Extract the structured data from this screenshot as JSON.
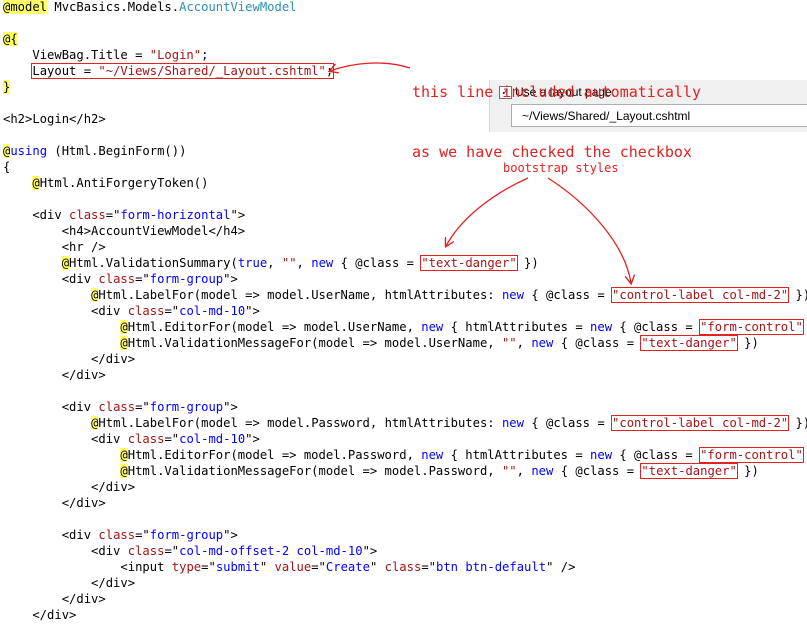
{
  "editor": {
    "lines": [
      [
        {
          "t": "@model",
          "c": "r"
        },
        {
          "t": " MvcBasics.Models."
        },
        {
          "t": "AccountViewModel",
          "c": "t"
        }
      ],
      [],
      [
        {
          "t": "@{",
          "c": "r"
        }
      ],
      [
        {
          "t": "    ViewBag.Title = "
        },
        {
          "t": "\"Login\"",
          "c": "s"
        },
        {
          "t": ";"
        }
      ],
      [
        {
          "t": "    "
        },
        {
          "t": "Layout = ",
          "b": 1
        },
        {
          "t": "\"~/Views/Shared/_Layout.cshtml\"",
          "c": "s",
          "b": 1
        },
        {
          "t": ";",
          "b": 1
        }
      ],
      [
        {
          "t": "}",
          "c": "r"
        }
      ],
      [],
      [
        {
          "t": "<h2>Login</h2>"
        }
      ],
      [],
      [
        {
          "t": "@",
          "c": "r"
        },
        {
          "t": "using",
          "c": "k"
        },
        {
          "t": " (Html.BeginForm())"
        }
      ],
      [
        {
          "t": "{"
        }
      ],
      [
        {
          "t": "    "
        },
        {
          "t": "@",
          "c": "r"
        },
        {
          "t": "Html.AntiForgeryToken()"
        }
      ],
      [],
      [
        {
          "t": "    <div "
        },
        {
          "t": "class",
          "c": "s"
        },
        {
          "t": "=\""
        },
        {
          "t": "form-horizontal",
          "c": "k"
        },
        {
          "t": "\">"
        }
      ],
      [
        {
          "t": "        <h4>AccountViewModel</h4>"
        }
      ],
      [
        {
          "t": "        <hr />"
        }
      ],
      [
        {
          "t": "        "
        },
        {
          "t": "@",
          "c": "r"
        },
        {
          "t": "Html.ValidationSummary("
        },
        {
          "t": "true",
          "c": "k"
        },
        {
          "t": ", "
        },
        {
          "t": "\"\"",
          "c": "s"
        },
        {
          "t": ", "
        },
        {
          "t": "new",
          "c": "k"
        },
        {
          "t": " { @class = "
        },
        {
          "t": "\"text-danger\"",
          "c": "s",
          "b": 1
        },
        {
          "t": " })"
        }
      ],
      [
        {
          "t": "        <div "
        },
        {
          "t": "class",
          "c": "s"
        },
        {
          "t": "=\""
        },
        {
          "t": "form-group",
          "c": "k"
        },
        {
          "t": "\">"
        }
      ],
      [
        {
          "t": "            "
        },
        {
          "t": "@",
          "c": "r"
        },
        {
          "t": "Html.LabelFor(model => model.UserName, htmlAttributes: "
        },
        {
          "t": "new",
          "c": "k"
        },
        {
          "t": " { @class = "
        },
        {
          "t": "\"control-label col-md-2\"",
          "c": "s",
          "b": 1
        },
        {
          "t": " })"
        }
      ],
      [
        {
          "t": "            <div "
        },
        {
          "t": "class",
          "c": "s"
        },
        {
          "t": "=\""
        },
        {
          "t": "col-md-10",
          "c": "k"
        },
        {
          "t": "\">"
        }
      ],
      [
        {
          "t": "                "
        },
        {
          "t": "@",
          "c": "r"
        },
        {
          "t": "Html.EditorFor(model => model.UserName, "
        },
        {
          "t": "new",
          "c": "k"
        },
        {
          "t": " { htmlAttributes = "
        },
        {
          "t": "new",
          "c": "k"
        },
        {
          "t": " { @class = "
        },
        {
          "t": "\"form-control\"",
          "c": "s",
          "b": 1
        },
        {
          "t": " } })"
        }
      ],
      [
        {
          "t": "                "
        },
        {
          "t": "@",
          "c": "r"
        },
        {
          "t": "Html.ValidationMessageFor(model => model.UserName, "
        },
        {
          "t": "\"\"",
          "c": "s"
        },
        {
          "t": ", "
        },
        {
          "t": "new",
          "c": "k"
        },
        {
          "t": " { @class = "
        },
        {
          "t": "\"text-danger\"",
          "c": "s",
          "b": 1
        },
        {
          "t": " })"
        }
      ],
      [
        {
          "t": "            </div>"
        }
      ],
      [
        {
          "t": "        </div>"
        }
      ],
      [],
      [
        {
          "t": "        <div "
        },
        {
          "t": "class",
          "c": "s"
        },
        {
          "t": "=\""
        },
        {
          "t": "form-group",
          "c": "k"
        },
        {
          "t": "\">"
        }
      ],
      [
        {
          "t": "            "
        },
        {
          "t": "@",
          "c": "r"
        },
        {
          "t": "Html.LabelFor(model => model.Password, htmlAttributes: "
        },
        {
          "t": "new",
          "c": "k"
        },
        {
          "t": " { @class = "
        },
        {
          "t": "\"control-label col-md-2\"",
          "c": "s",
          "b": 1
        },
        {
          "t": " })"
        }
      ],
      [
        {
          "t": "            <div "
        },
        {
          "t": "class",
          "c": "s"
        },
        {
          "t": "=\""
        },
        {
          "t": "col-md-10",
          "c": "k"
        },
        {
          "t": "\">"
        }
      ],
      [
        {
          "t": "                "
        },
        {
          "t": "@",
          "c": "r"
        },
        {
          "t": "Html.EditorFor(model => model.Password, "
        },
        {
          "t": "new",
          "c": "k"
        },
        {
          "t": " { htmlAttributes = "
        },
        {
          "t": "new",
          "c": "k"
        },
        {
          "t": " { @class = "
        },
        {
          "t": "\"form-control\"",
          "c": "s",
          "b": 1
        },
        {
          "t": " } })"
        }
      ],
      [
        {
          "t": "                "
        },
        {
          "t": "@",
          "c": "r"
        },
        {
          "t": "Html.ValidationMessageFor(model => model.Password, "
        },
        {
          "t": "\"\"",
          "c": "s"
        },
        {
          "t": ", "
        },
        {
          "t": "new",
          "c": "k"
        },
        {
          "t": " { @class = "
        },
        {
          "t": "\"text-danger\"",
          "c": "s",
          "b": 1
        },
        {
          "t": " })"
        }
      ],
      [
        {
          "t": "            </div>"
        }
      ],
      [
        {
          "t": "        </div>"
        }
      ],
      [],
      [
        {
          "t": "        <div "
        },
        {
          "t": "class",
          "c": "s"
        },
        {
          "t": "=\""
        },
        {
          "t": "form-group",
          "c": "k"
        },
        {
          "t": "\">"
        }
      ],
      [
        {
          "t": "            <div "
        },
        {
          "t": "class",
          "c": "s"
        },
        {
          "t": "=\""
        },
        {
          "t": "col-md-offset-2 col-md-10",
          "c": "k"
        },
        {
          "t": "\">"
        }
      ],
      [
        {
          "t": "                <input "
        },
        {
          "t": "type",
          "c": "s"
        },
        {
          "t": "=\""
        },
        {
          "t": "submit",
          "c": "k"
        },
        {
          "t": "\" "
        },
        {
          "t": "value",
          "c": "s"
        },
        {
          "t": "=\""
        },
        {
          "t": "Create",
          "c": "k"
        },
        {
          "t": "\" "
        },
        {
          "t": "class",
          "c": "s"
        },
        {
          "t": "=\""
        },
        {
          "t": "btn btn-default",
          "c": "k"
        },
        {
          "t": "\" />"
        }
      ],
      [
        {
          "t": "            </div>"
        }
      ],
      [
        {
          "t": "        </div>"
        }
      ],
      [
        {
          "t": "    </div>"
        }
      ]
    ]
  },
  "annotations": {
    "layout_note_line1": "this line included automatically",
    "layout_note_line2": "as we have checked the checkbox",
    "bootstrap_note": "bootstrap styles"
  },
  "layout_option": {
    "checkbox_label": "Use a layout page:",
    "checked": true,
    "checkmark": "✓",
    "path_value": "~/Views/Shared/_Layout.cshtml"
  },
  "colors": {
    "keyword": "#0000ff",
    "string": "#a31515",
    "type": "#2b91af",
    "razor_highlight": "#ffff66",
    "annotation": "#e32121"
  }
}
